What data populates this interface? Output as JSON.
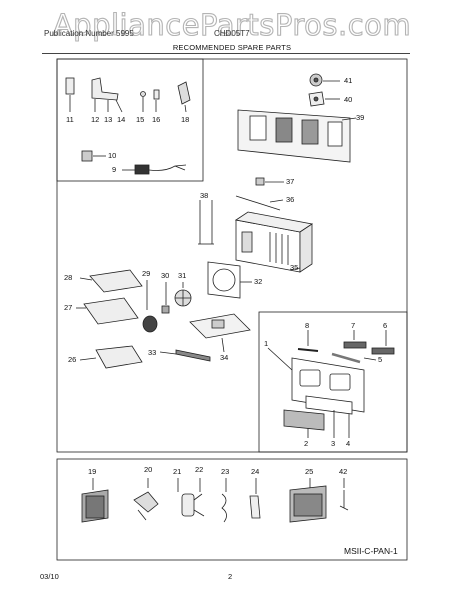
{
  "watermark": "AppliancePartsPros.com",
  "header": {
    "left": "Publication Number 5995",
    "right": "CHD05T7",
    "section_title": "RECOMMENDED SPARE PARTS"
  },
  "callouts": [
    "1",
    "2",
    "3",
    "4",
    "5",
    "6",
    "7",
    "8",
    "9",
    "10",
    "11",
    "12",
    "13",
    "14",
    "15",
    "16",
    "18",
    "19",
    "20",
    "21",
    "22",
    "23",
    "24",
    "25",
    "26",
    "27",
    "28",
    "29",
    "30",
    "31",
    "32",
    "33",
    "34",
    "35",
    "36",
    "37",
    "38",
    "39",
    "40",
    "41",
    "42"
  ],
  "diagram_code": "MSII-C-PAN-1",
  "footer": {
    "date": "03/10",
    "page": "2"
  }
}
